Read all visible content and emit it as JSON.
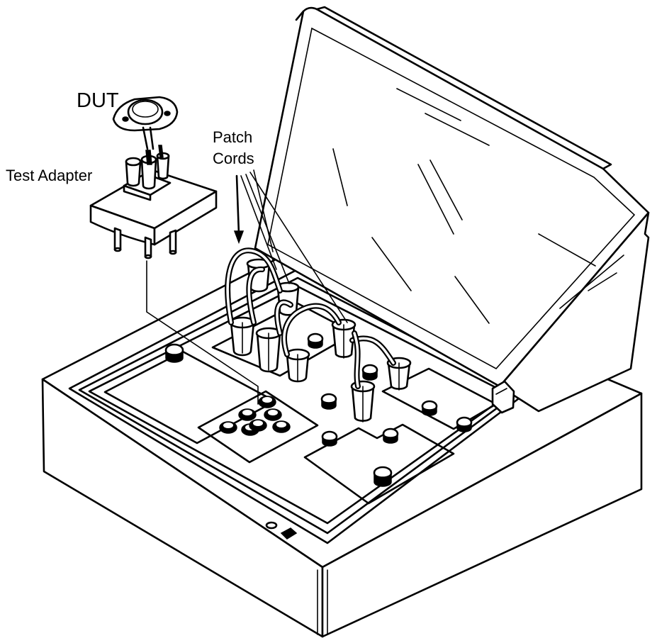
{
  "labels": {
    "dut": "DUT",
    "patch_line1": "Patch",
    "patch_line2": "Cords",
    "test_adapter": "Test Adapter"
  },
  "colors": {
    "ink": "#000000",
    "paper": "#ffffff"
  }
}
